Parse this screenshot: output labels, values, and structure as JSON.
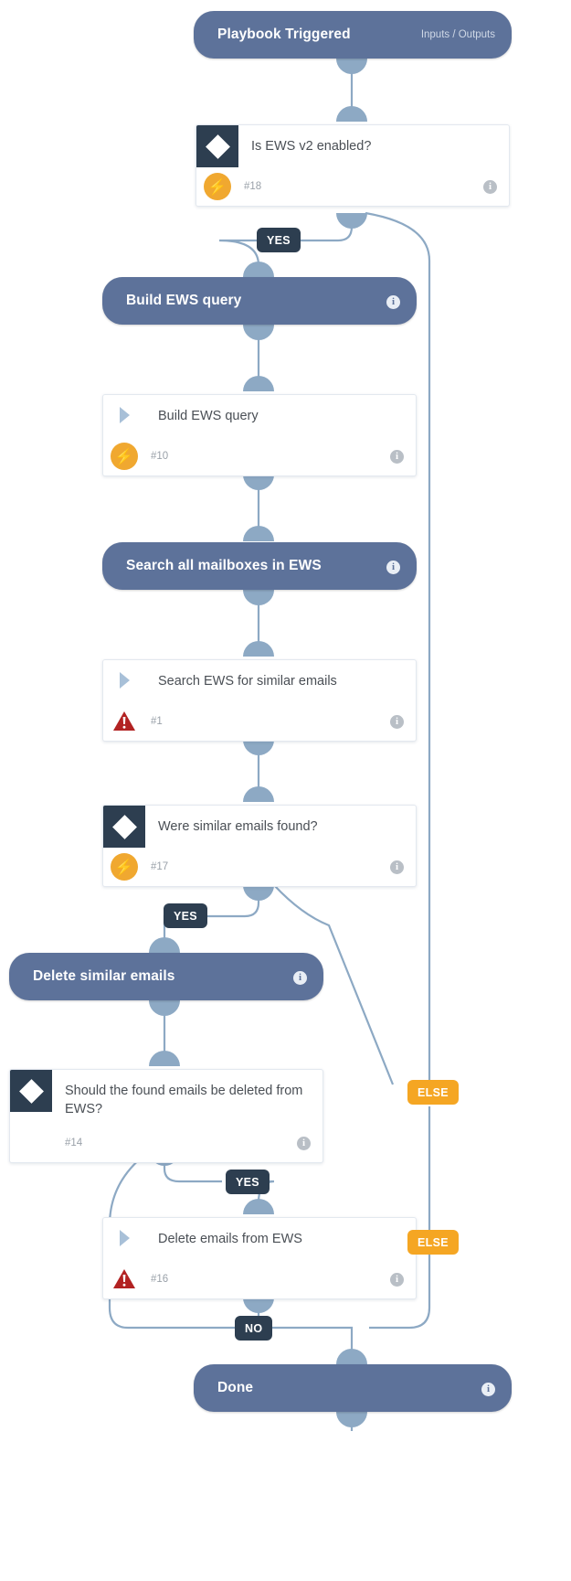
{
  "diagram": {
    "title": "EWS Search and Delete Playbook",
    "colors": {
      "pill": "#5d729a",
      "card_bg": "#ffffff",
      "condition_icon_bg": "#2d3e50",
      "bolt": "#f0a830",
      "warning": "#b22222",
      "connector": "#8da9c4",
      "badge_yes": "#2d3e50",
      "badge_else": "#f5a623"
    },
    "nodes": [
      {
        "id": "start",
        "kind": "pill",
        "title": "Playbook Triggered",
        "right_label": "Inputs / Outputs",
        "has_info": false
      },
      {
        "id": "n18",
        "kind": "condition-card",
        "title": "Is EWS v2 enabled?",
        "number": "#18",
        "icon": "diamond-icon",
        "status_icon": "lightning-icon",
        "has_info": true
      },
      {
        "id": "sec1",
        "kind": "pill",
        "title": "Build EWS query",
        "right_label": "",
        "has_info": true
      },
      {
        "id": "n10",
        "kind": "task-card",
        "title": "Build EWS query",
        "number": "#10",
        "icon": "chevron-icon",
        "status_icon": "lightning-icon",
        "has_info": true
      },
      {
        "id": "sec2",
        "kind": "pill",
        "title": "Search all mailboxes in EWS",
        "right_label": "",
        "has_info": true
      },
      {
        "id": "n1",
        "kind": "task-card",
        "title": "Search EWS for similar emails",
        "number": "#1",
        "icon": "chevron-icon",
        "status_icon": "warning-icon",
        "has_info": true
      },
      {
        "id": "n17",
        "kind": "condition-card",
        "title": "Were similar emails found?",
        "number": "#17",
        "icon": "diamond-icon",
        "status_icon": "lightning-icon",
        "has_info": true
      },
      {
        "id": "sec3",
        "kind": "pill",
        "title": "Delete similar emails",
        "right_label": "",
        "has_info": true
      },
      {
        "id": "n14",
        "kind": "condition-card",
        "title": "Should the found emails be deleted from EWS?",
        "number": "#14",
        "icon": "diamond-icon",
        "status_icon": "",
        "has_info": true
      },
      {
        "id": "n16",
        "kind": "task-card",
        "title": "Delete emails from EWS",
        "number": "#16",
        "icon": "chevron-icon",
        "status_icon": "warning-icon",
        "has_info": true
      },
      {
        "id": "done",
        "kind": "pill",
        "title": "Done",
        "right_label": "",
        "has_info": true
      }
    ],
    "branch_labels": [
      {
        "id": "yes-18",
        "text": "YES",
        "style": "dark"
      },
      {
        "id": "yes-17",
        "text": "YES",
        "style": "dark"
      },
      {
        "id": "yes-14",
        "text": "YES",
        "style": "dark"
      },
      {
        "id": "no-14",
        "text": "NO",
        "style": "dark"
      },
      {
        "id": "else-18",
        "text": "ELSE",
        "style": "orange"
      },
      {
        "id": "else-17",
        "text": "ELSE",
        "style": "orange"
      }
    ],
    "info_symbol": "i"
  }
}
